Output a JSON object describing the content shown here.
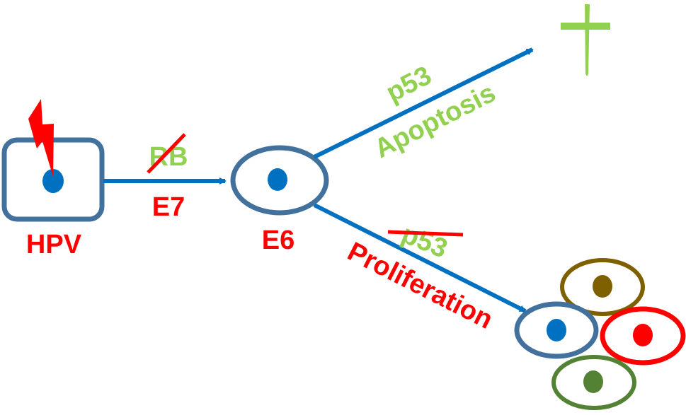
{
  "labels": {
    "hpv": "HPV",
    "rb": "RB",
    "e7": "E7",
    "e6": "E6",
    "p53_top": "p53",
    "apoptosis": "Apoptosis",
    "p53_bottom": "p53",
    "proliferation": "Proliferation"
  },
  "colors": {
    "red": "#ff0000",
    "green": "#92d050",
    "blue_arrow": "#0070c0",
    "cell_outline": "#41719c",
    "nucleus_blue": "#0070c0",
    "brown": "#7f6000",
    "dark_green": "#548235"
  },
  "icons": {
    "lightning": "lightning-bolt-icon",
    "death": "cross-icon"
  }
}
